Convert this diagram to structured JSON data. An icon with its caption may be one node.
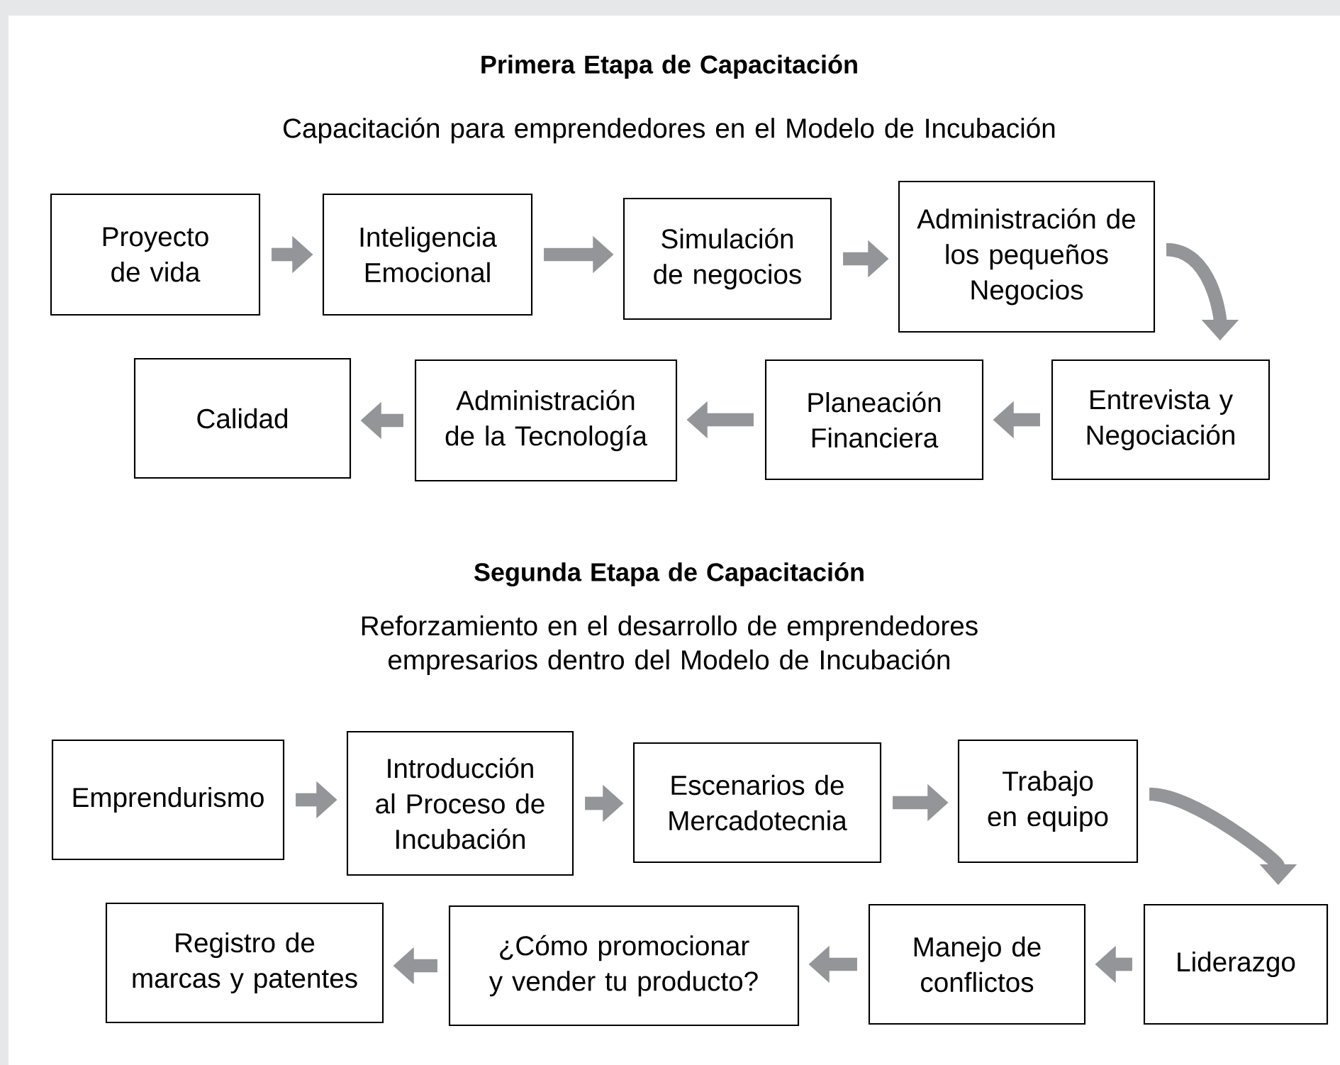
{
  "diagram": {
    "nodes": [
      {
        "text": [
          "Proyecto de vida"
        ]
      },
      {
        "text": [
          "Inteligencia Emocional"
        ]
      },
      {
        "text": [
          "Simulación de negocios"
        ]
      },
      {
        "text": [
          "Administración de los pequeños Negocios"
        ]
      },
      {
        "text": [
          "Entrevista y Negociación"
        ]
      },
      {
        "text": [
          "Planeación Financiera"
        ]
      },
      {
        "text": [
          "Administración de la Tecnología"
        ]
      },
      {
        "text": [
          "Calidad"
        ]
      },
      {
        "text": [
          "Emprendurismo"
        ]
      },
      {
        "text": [
          "Introducción al Proceso de Incubación"
        ]
      },
      {
        "text": [
          "Escenarios de Mercadotecnia"
        ]
      },
      {
        "text": [
          "Trabajo en equipo"
        ]
      },
      {
        "text": [
          "Liderazgo"
        ]
      },
      {
        "text": [
          "Manejo de conflictos"
        ]
      },
      {
        "text": [
          "¿Cómo promocionar y vender tu producto?"
        ]
      },
      {
        "text": [
          "Registro de marcas y patentes"
        ]
      }
    ],
    "edges": [
      {
        "from": 0,
        "to": 1,
        "arrow": "to"
      },
      {
        "from": 1,
        "to": 2,
        "arrow": "to"
      },
      {
        "from": 2,
        "to": 3,
        "arrow": "to"
      },
      {
        "from": 3,
        "to": 4,
        "arrow": "to"
      },
      {
        "from": 4,
        "to": 5,
        "arrow": "to"
      },
      {
        "from": 5,
        "to": 6,
        "arrow": "to"
      },
      {
        "from": 6,
        "to": 7,
        "arrow": "to"
      },
      {
        "from": 8,
        "to": 9,
        "arrow": "to"
      },
      {
        "from": 9,
        "to": 10,
        "arrow": "to"
      },
      {
        "from": 10,
        "to": 11,
        "arrow": "to"
      },
      {
        "from": 11,
        "to": 12,
        "arrow": "to"
      },
      {
        "from": 12,
        "to": 13,
        "arrow": "to"
      },
      {
        "from": 13,
        "to": 14,
        "arrow": "to"
      },
      {
        "from": 14,
        "to": 15,
        "arrow": "to"
      }
    ],
    "labels": [
      "Primera Etapa de Capacitación",
      "Capacitación para emprendedores en el Modelo de Incubación",
      "Segunda Etapa de Capacitación",
      "Reforzamiento en el desarrollo de emprendedores empresarios dentro del Modelo de Incubación"
    ]
  }
}
